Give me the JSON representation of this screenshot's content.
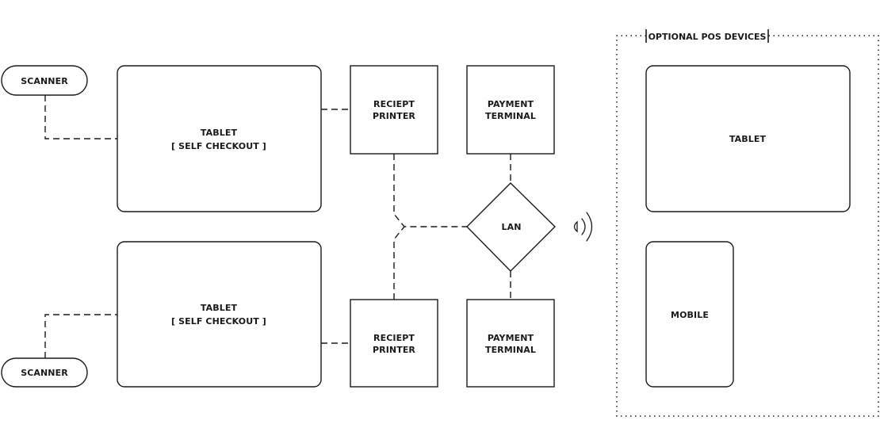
{
  "diagram": {
    "nodes": {
      "scanner_top": {
        "label": "SCANNER"
      },
      "tablet_top": {
        "line1": "TABLET",
        "line2": "[ SELF CHECKOUT ]"
      },
      "printer_top": {
        "line1": "RECIEPT",
        "line2": "PRINTER"
      },
      "payment_top": {
        "line1": "PAYMENT",
        "line2": "TERMINAL"
      },
      "lan": {
        "label": "LAN"
      },
      "scanner_bottom": {
        "label": "SCANNER"
      },
      "tablet_bottom": {
        "line1": "TABLET",
        "line2": "[ SELF CHECKOUT ]"
      },
      "printer_bottom": {
        "line1": "RECIEPT",
        "line2": "PRINTER"
      },
      "payment_bottom": {
        "line1": "PAYMENT",
        "line2": "TERMINAL"
      }
    },
    "optional_group": {
      "title": "OPTIONAL POS DEVICES",
      "tablet": {
        "label": "TABLET"
      },
      "mobile": {
        "label": "MOBILE"
      }
    },
    "icons": {
      "wireless": "wifi-signal-icon"
    }
  }
}
